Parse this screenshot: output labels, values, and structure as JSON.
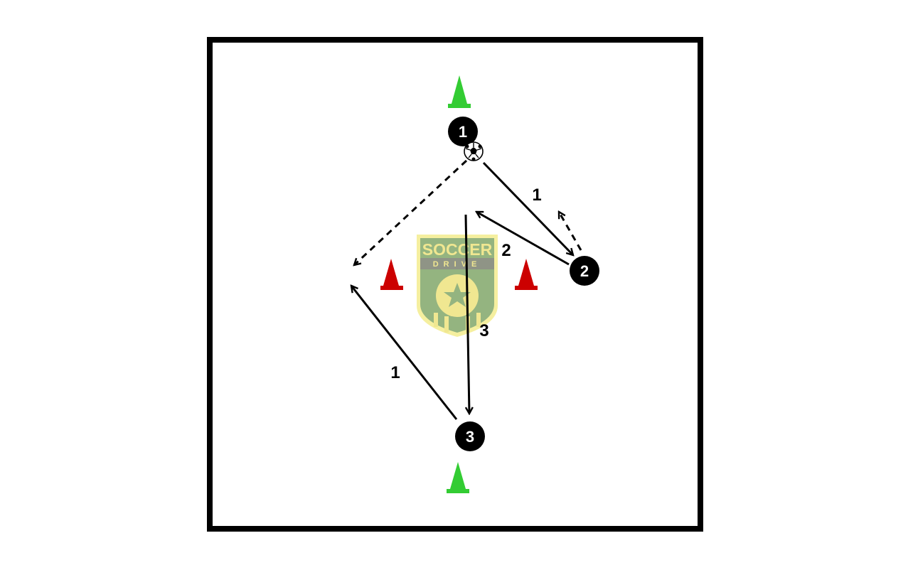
{
  "players": [
    {
      "id": "player-1",
      "number": "1"
    },
    {
      "id": "player-2",
      "number": "2"
    },
    {
      "id": "player-3",
      "number": "3"
    }
  ],
  "sequence_labels": [
    {
      "id": "step-1-upper",
      "text": "1"
    },
    {
      "id": "step-1-lower",
      "text": "1"
    },
    {
      "id": "step-2",
      "text": "2"
    },
    {
      "id": "step-3",
      "text": "3"
    }
  ],
  "logo": {
    "line1": "SOCCER",
    "line2": "DRIVE"
  },
  "colors": {
    "field_border": "#000000",
    "field_bg": "#ffffff",
    "cone_green": "#33cc33",
    "cone_red": "#cc0000",
    "logo_green": "#8fb07a",
    "logo_yellow": "#f0e68c",
    "logo_gray": "#8a8f80"
  },
  "icons": [
    "green-cone-icon",
    "red-cone-icon",
    "soccer-ball-icon",
    "logo-icon"
  ]
}
